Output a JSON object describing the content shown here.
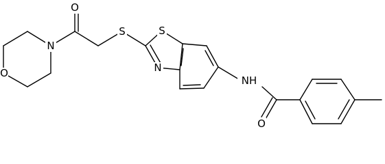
{
  "structure": {
    "atom_labels": {
      "carbonyl_oxygen_top": "O",
      "morpholine_nitrogen": "N",
      "morpholine_oxygen": "O",
      "thioether_sulfur": "S",
      "thiazole_sulfur": "S",
      "thiazole_nitrogen": "N",
      "amide_nitrogen": "NH",
      "amide_oxygen": "O"
    }
  },
  "colors": {
    "bond": "#000000",
    "label": "#000000",
    "background": "#ffffff"
  }
}
